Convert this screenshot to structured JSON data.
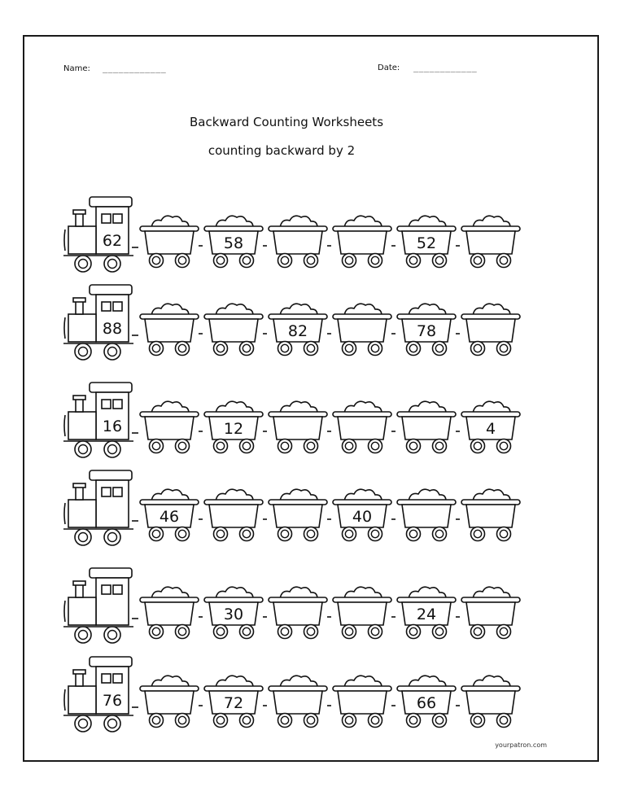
{
  "header": {
    "name_label": "Name:",
    "name_line": "____________",
    "date_label": "Date:",
    "date_line": "____________"
  },
  "title": "Backward Counting Worksheets",
  "subtitle": "counting backward by 2",
  "footer": "yourpatron.com",
  "trains": [
    {
      "engine": "62",
      "cars": [
        "",
        "58",
        "",
        "",
        "52",
        ""
      ]
    },
    {
      "engine": "88",
      "cars": [
        "",
        "",
        "82",
        "",
        "78",
        ""
      ]
    },
    {
      "engine": "16",
      "cars": [
        "",
        "12",
        "",
        "",
        "",
        "4"
      ]
    },
    {
      "engine": "",
      "cars": [
        "46",
        "",
        "",
        "40",
        "",
        ""
      ]
    },
    {
      "engine": "",
      "cars": [
        "",
        "30",
        "",
        "",
        "24",
        ""
      ]
    },
    {
      "engine": "76",
      "cars": [
        "",
        "72",
        "",
        "",
        "66",
        ""
      ]
    }
  ]
}
